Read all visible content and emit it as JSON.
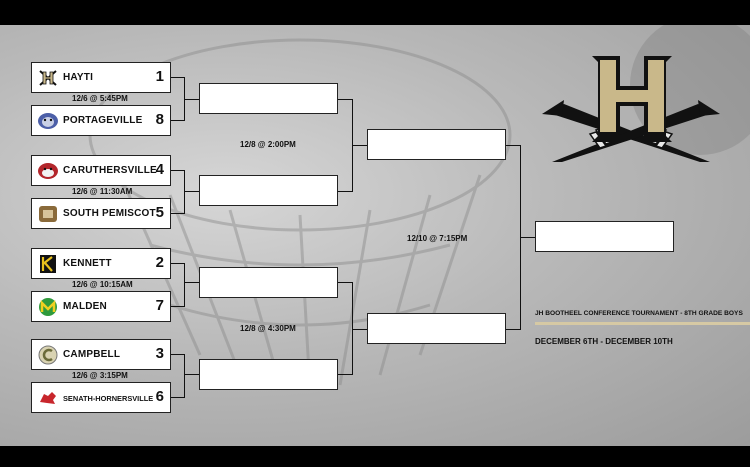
{
  "teams": [
    {
      "name": "HAYTI",
      "seed": "1"
    },
    {
      "name": "PORTAGEVILLE",
      "seed": "8"
    },
    {
      "name": "CARUTHERSVILLE",
      "seed": "4"
    },
    {
      "name": "SOUTH PEMISCOT",
      "seed": "5"
    },
    {
      "name": "KENNETT",
      "seed": "2"
    },
    {
      "name": "MALDEN",
      "seed": "7"
    },
    {
      "name": "CAMPBELL",
      "seed": "3"
    },
    {
      "name": "SENATH-HORNERSVILLE",
      "seed": "6"
    }
  ],
  "round1_dates": [
    "12/6 @ 5:45PM",
    "12/6 @ 11:30AM",
    "12/6 @ 10:15AM",
    "12/6 @ 3:15PM"
  ],
  "semifinal_dates": [
    "12/8 @ 2:00PM",
    "12/8 @ 4:30PM"
  ],
  "final_date": "12/10 @ 7:15PM",
  "tournament": {
    "title": "JH BOOTHEEL CONFERENCE TOURNAMENT - 8TH GRADE BOYS",
    "dates": "DECEMBER 6TH - DECEMBER 10TH"
  },
  "colors": {
    "accent_gold": "#d6c9a4",
    "logo_gold": "#c9b88a",
    "logo_black": "#111111"
  }
}
